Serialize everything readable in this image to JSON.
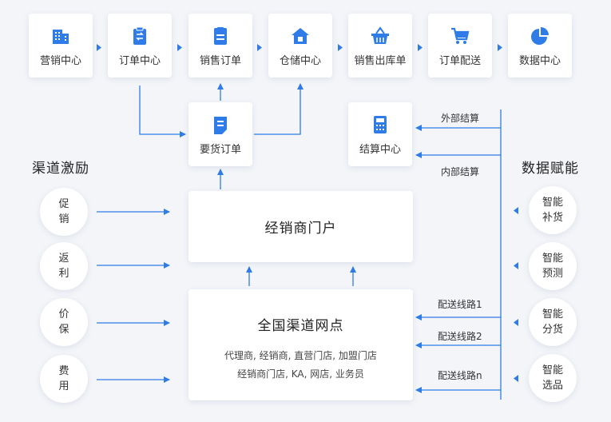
{
  "top_modules": [
    {
      "label": "营销中心",
      "icon": "building-icon"
    },
    {
      "label": "订单中心",
      "icon": "clipboard-icon"
    },
    {
      "label": "销售订单",
      "icon": "document-icon"
    },
    {
      "label": "仓储中心",
      "icon": "house-icon"
    },
    {
      "label": "销售出库单",
      "icon": "basket-icon"
    },
    {
      "label": "订单配送",
      "icon": "cart-icon"
    },
    {
      "label": "数据中心",
      "icon": "pie-chart-icon"
    }
  ],
  "middle_modules": {
    "purchase_order": {
      "label": "要货订单",
      "icon": "edit-document-icon"
    },
    "settlement_center": {
      "label": "结算中心",
      "icon": "calculator-icon"
    }
  },
  "settlement_labels": {
    "external": "外部结算",
    "internal": "内部结算"
  },
  "left_section": {
    "title": "渠道激励",
    "items": [
      {
        "line1": "促",
        "line2": "销"
      },
      {
        "line1": "返",
        "line2": "利"
      },
      {
        "line1": "价",
        "line2": "保"
      },
      {
        "line1": "费",
        "line2": "用"
      }
    ]
  },
  "right_section": {
    "title": "数据赋能",
    "items": [
      {
        "line1": "智能",
        "line2": "补货"
      },
      {
        "line1": "智能",
        "line2": "预测"
      },
      {
        "line1": "智能",
        "line2": "分货"
      },
      {
        "line1": "智能",
        "line2": "选品"
      }
    ]
  },
  "dealer_portal": {
    "title": "经销商门户"
  },
  "network": {
    "title": "全国渠道网点",
    "line1": "代理商, 经销商, 直营门店, 加盟门店",
    "line2": "经销商门店, KA, 网店, 业务员"
  },
  "delivery_routes": [
    "配送线路1",
    "配送线路2",
    "配送线路n"
  ],
  "colors": {
    "accent": "#2f7be8",
    "line": "#2f7be8",
    "background": "#f3f5f9"
  }
}
